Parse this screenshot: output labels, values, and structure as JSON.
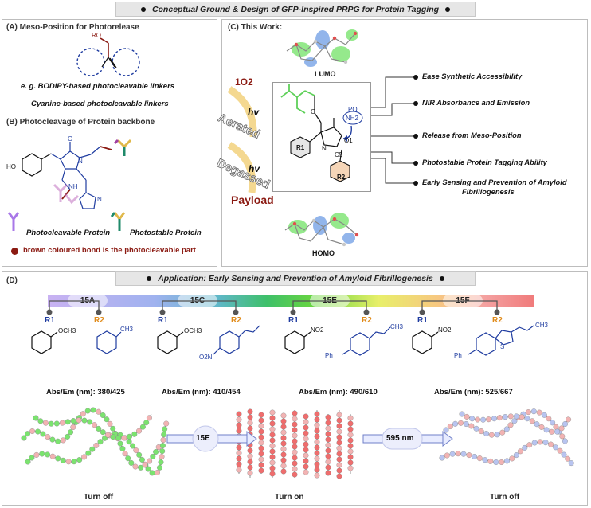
{
  "title": "Conceptual Ground & Design of GFP-Inspired PRPG for Protein Tagging",
  "panel_a": {
    "heading": "(A) Meso-Position for Photorelease",
    "ro_label": "RO",
    "line1": "e. g. BODIPY-based photocleavable linkers",
    "line2": "Cyanine-based photocleavable linkers"
  },
  "panel_b": {
    "heading": "(B) Photocleavage of Protein backbone",
    "ho_label": "HO",
    "o_label": "O",
    "n_label": "N",
    "nh_label": "NH",
    "n_imid_label": "N",
    "nh_imid_label": "N",
    "label_cleavable": "Photocleavable Protein",
    "label_stable": "Photostable Protein",
    "note": "brown coloured bond is the photocleavable part",
    "note_color": "#8b1a12"
  },
  "panel_c": {
    "heading": "(C) This Work:",
    "lumo": "LUMO",
    "homo": "HOMO",
    "singlet_o2": "1O2",
    "aerated": "Aerated",
    "degassed": "Degassed",
    "hv1": "hv",
    "hv2": "hv",
    "payload": "Payload",
    "poi": "POI",
    "nh2": "NH2",
    "o1": "O1",
    "c5": "C5",
    "r1": "R1",
    "r2": "R2",
    "n_label": "N",
    "o_label": "O",
    "features": [
      "Ease Synthetic Accessibility",
      "NIR Absorbance and  Emission",
      "Release from Meso-Position",
      "Photostable Protein Tagging Ability",
      "Early Sensing and Prevention of Amyloid",
      "Fibrillogenesis"
    ]
  },
  "panel_d": {
    "heading": "(D)",
    "banner": "Application: Early Sensing and Prevention of Amyloid Fibrillogenesis",
    "compounds": [
      {
        "id": "15A",
        "r1_sub": "OCH3",
        "r2_sub": "CH3",
        "abs_em": "Abs/Em (nm): 380/425"
      },
      {
        "id": "15C",
        "r1_sub": "OCH3",
        "r2_sub": "O2N",
        "abs_em": "Abs/Em (nm): 410/454"
      },
      {
        "id": "15E",
        "r1_sub": "NO2",
        "r2_sub": "Ph",
        "abs_em": "Abs/Em (nm): 490/610"
      },
      {
        "id": "15F",
        "r1_sub": "NO2",
        "r2_sub": "Ph",
        "abs_em": "Abs/Em (nm): 525/667"
      }
    ],
    "r1": "R1",
    "r2": "R2",
    "s_label": "S",
    "ch3": "CH3",
    "arrow1_label": "15E",
    "arrow2_label": "595 nm",
    "turn_labels": [
      "Turn off",
      "Turn on",
      "Turn off"
    ]
  },
  "colors": {
    "navy": "#1f3ca0",
    "orange": "#e08a18",
    "brown": "#8b1a12",
    "green_bead": "#7be36f",
    "pink_bead": "#f2b3b3",
    "red_bead": "#ef6d6d",
    "blue_bead": "#b8c4f0"
  }
}
